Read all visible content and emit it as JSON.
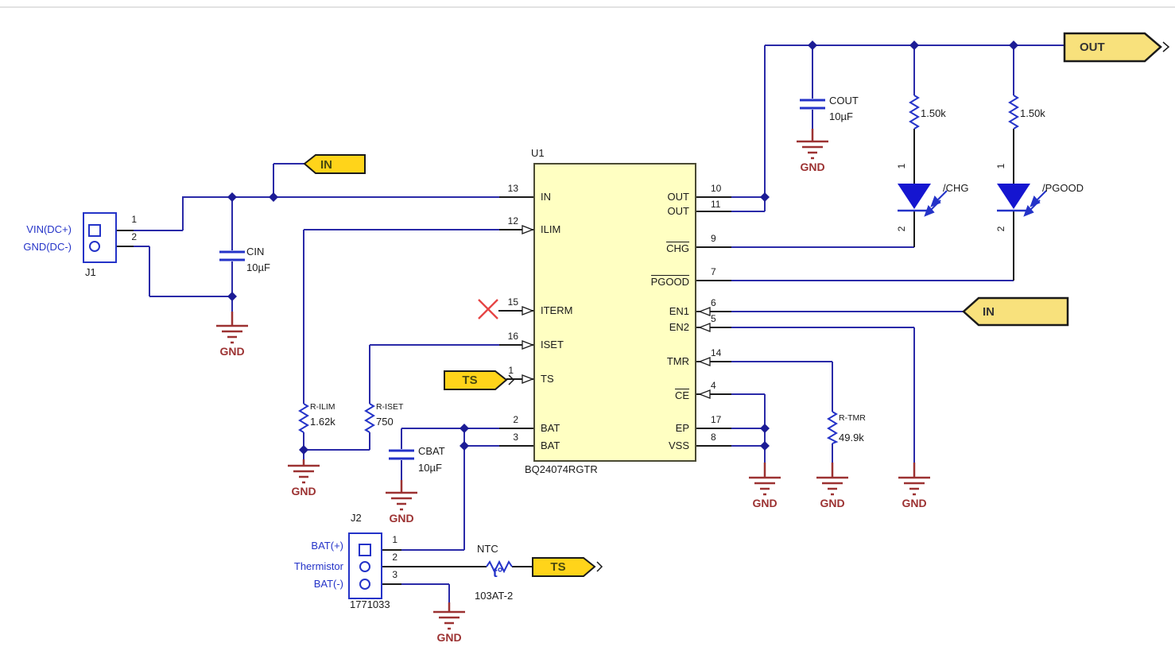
{
  "ic": {
    "designator": "U1",
    "part_number": "BQ24074RGTR",
    "left_pins": [
      {
        "num": "13",
        "name": "IN"
      },
      {
        "num": "12",
        "name": "ILIM"
      },
      {
        "num": "15",
        "name": "ITERM"
      },
      {
        "num": "16",
        "name": "ISET"
      },
      {
        "num": "1",
        "name": "TS"
      },
      {
        "num": "2",
        "name": "BAT"
      },
      {
        "num": "3",
        "name": "BAT"
      }
    ],
    "right_pins": [
      {
        "num": "10",
        "name": "OUT"
      },
      {
        "num": "11",
        "name": "OUT"
      },
      {
        "num": "9",
        "name": "CHG"
      },
      {
        "num": "7",
        "name": "PGOOD"
      },
      {
        "num": "6",
        "name": "EN1"
      },
      {
        "num": "5",
        "name": "EN2"
      },
      {
        "num": "14",
        "name": "TMR"
      },
      {
        "num": "4",
        "name": "CE"
      },
      {
        "num": "17",
        "name": "EP"
      },
      {
        "num": "8",
        "name": "VSS"
      }
    ]
  },
  "connectors": {
    "j1": {
      "designator": "J1",
      "pins": [
        {
          "num": "1",
          "label": "VIN(DC+)"
        },
        {
          "num": "2",
          "label": "GND(DC-)"
        }
      ]
    },
    "j2": {
      "designator": "J2",
      "part_number": "1771033",
      "pins": [
        {
          "num": "1",
          "label": "BAT(+)"
        },
        {
          "num": "2",
          "label": "Thermistor"
        },
        {
          "num": "3",
          "label": "BAT(-)"
        }
      ]
    }
  },
  "capacitors": {
    "cin": {
      "ref": "CIN",
      "value": "10µF"
    },
    "cbat": {
      "ref": "CBAT",
      "value": "10µF"
    },
    "cout": {
      "ref": "COUT",
      "value": "10µF"
    }
  },
  "resistors": {
    "r_ilim": {
      "ref": "R-ILIM",
      "value": "1.62k"
    },
    "r_iset": {
      "ref": "R-ISET",
      "value": "750"
    },
    "r_tmr": {
      "ref": "R-TMR",
      "value": "49.9k"
    },
    "r_chg": {
      "value": "1.50k"
    },
    "r_pgood": {
      "value": "1.50k"
    }
  },
  "leds": {
    "chg": {
      "label": "/CHG",
      "pin1": "1",
      "pin2": "2"
    },
    "pgood": {
      "label": "/PGOOD",
      "pin1": "1",
      "pin2": "2"
    }
  },
  "thermistor": {
    "ref": "NTC",
    "symbol": "t°",
    "part_number": "103AT-2"
  },
  "flags": {
    "in_top": "IN",
    "in_right": "IN",
    "out": "OUT",
    "ts_pin": "TS",
    "ts_bottom": "TS"
  },
  "ground_label": "GND",
  "colors": {
    "wire": "#2A2AA8",
    "component": "#2433C8",
    "ground": "#9C3232",
    "ic_fill": "#FFFFC2",
    "flag_gold": "#FFD41A",
    "flag_light": "#F8E17C",
    "led": "#1515D0",
    "no_connect": "#E64545"
  }
}
